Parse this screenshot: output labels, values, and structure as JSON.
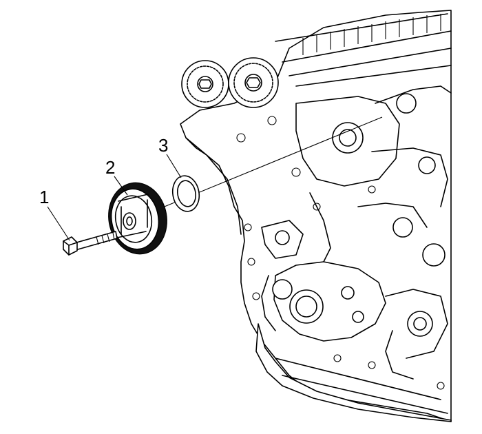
{
  "callouts": [
    {
      "id": "1",
      "label": "1",
      "part": "bolt"
    },
    {
      "id": "2",
      "label": "2",
      "part": "sprocket"
    },
    {
      "id": "3",
      "label": "3",
      "part": "seal-ring"
    }
  ],
  "colors": {
    "line": "#000000",
    "background": "#ffffff"
  }
}
